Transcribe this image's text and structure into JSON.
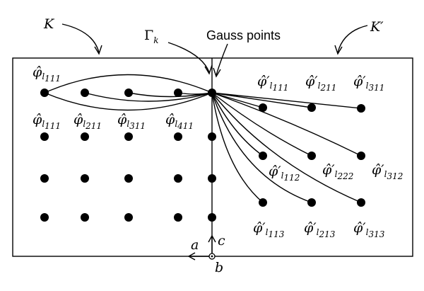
{
  "labels": {
    "K": "K",
    "K_prime": "K′",
    "gamma_base": "Γ",
    "gamma_sub": "k",
    "gauss_points": "Gauss points",
    "axis_a": "a",
    "axis_b": "b",
    "axis_c": "c"
  },
  "phi_labels_left": {
    "top": {
      "base": "φ̂",
      "sub": "l",
      "idx": "111"
    },
    "row": [
      {
        "base": "φ̂",
        "sub": "l",
        "idx": "111"
      },
      {
        "base": "φ̂",
        "sub": "l",
        "idx": "211"
      },
      {
        "base": "φ̂",
        "sub": "l",
        "idx": "311"
      },
      {
        "base": "φ̂",
        "sub": "l",
        "idx": "411"
      }
    ]
  },
  "phi_labels_right": [
    {
      "base": "φ̂′",
      "sub": "l",
      "idx": "111"
    },
    {
      "base": "φ̂′",
      "sub": "l",
      "idx": "211"
    },
    {
      "base": "φ̂′",
      "sub": "l",
      "idx": "311"
    },
    {
      "base": "φ̂′",
      "sub": "l",
      "idx": "112"
    },
    {
      "base": "φ̂′",
      "sub": "l",
      "idx": "222"
    },
    {
      "base": "φ̂′",
      "sub": "l",
      "idx": "312"
    },
    {
      "base": "φ̂′",
      "sub": "l",
      "idx": "113"
    },
    {
      "base": "φ̂′",
      "sub": "l",
      "idx": "213"
    },
    {
      "base": "φ̂′",
      "sub": "l",
      "idx": "313"
    }
  ]
}
